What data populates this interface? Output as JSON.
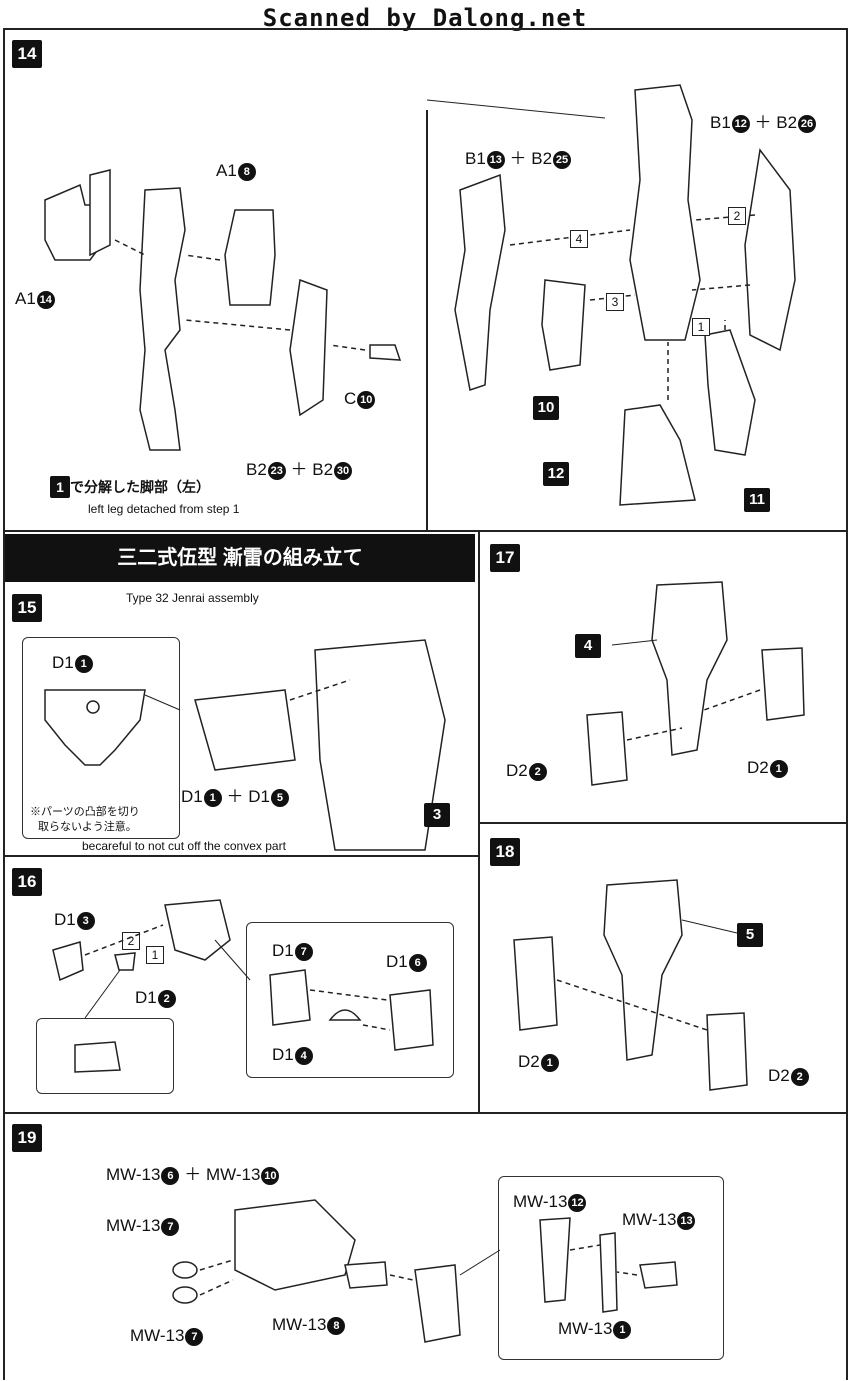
{
  "header": {
    "watermark": "Scanned by Dalong.net"
  },
  "steps": {
    "s14": {
      "number": "14",
      "left": {
        "labels": [
          {
            "name": "A1",
            "num": "8"
          },
          {
            "name": "A1",
            "num": "14"
          },
          {
            "name": "C",
            "num": "10"
          }
        ],
        "combo": {
          "a": "B2",
          "an": "23",
          "b": "B2",
          "bn": "30"
        },
        "leg_ref": {
          "step": "1",
          "text": "で分解した脚部（左）"
        },
        "translation": "left leg detached from step 1"
      },
      "right": {
        "labels": [
          {
            "name": "B1",
            "num": "13",
            "plus": "B2",
            "num2": "25"
          },
          {
            "name": "B1",
            "num": "12",
            "plus": "B2",
            "num2": "26"
          }
        ],
        "order": [
          "4",
          "2",
          "3",
          "1"
        ],
        "callouts": [
          "10",
          "12",
          "11"
        ]
      }
    },
    "banner": {
      "jp": "三二式伍型 漸雷の組み立て"
    },
    "s15": {
      "number": "15",
      "translation": "Type 32 Jenrai assembly",
      "inset_label": {
        "name": "D1",
        "num": "1"
      },
      "inset_note": [
        "※パーツの凸部を切り",
        "取らないよう注意。"
      ],
      "combo": {
        "a": "D1",
        "an": "1",
        "b": "D1",
        "bn": "5"
      },
      "callout": "3",
      "note_translation": "becareful to not cut off the convex part"
    },
    "s16": {
      "number": "16",
      "labels": [
        {
          "name": "D1",
          "num": "3"
        },
        {
          "name": "D1",
          "num": "2"
        },
        {
          "name": "D1",
          "num": "7"
        },
        {
          "name": "D1",
          "num": "6"
        },
        {
          "name": "D1",
          "num": "4"
        }
      ],
      "order": [
        "2",
        "1"
      ]
    },
    "s17": {
      "number": "17",
      "callout": "4",
      "labels": [
        {
          "name": "D2",
          "num": "2"
        },
        {
          "name": "D2",
          "num": "1"
        }
      ]
    },
    "s18": {
      "number": "18",
      "callout": "5",
      "labels": [
        {
          "name": "D2",
          "num": "1"
        },
        {
          "name": "D2",
          "num": "2"
        }
      ]
    },
    "s19": {
      "number": "19",
      "combo": {
        "a": "MW-13",
        "an": "6",
        "b": "MW-13",
        "bn": "10"
      },
      "labels": [
        {
          "name": "MW-13",
          "num": "7"
        },
        {
          "name": "MW-13",
          "num": "7"
        },
        {
          "name": "MW-13",
          "num": "8"
        },
        {
          "name": "MW-13",
          "num": "12"
        },
        {
          "name": "MW-13",
          "num": "13"
        },
        {
          "name": "MW-13",
          "num": "1"
        }
      ]
    }
  }
}
